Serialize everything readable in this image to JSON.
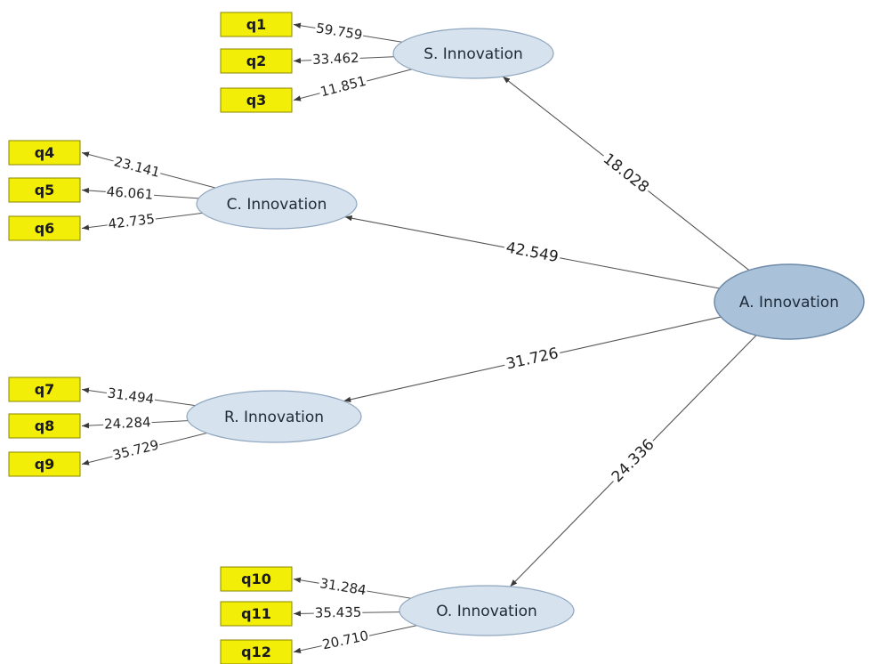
{
  "colors": {
    "indicator_fill": "#f2ee08",
    "latent_fill": "#d6e2ee",
    "central_fill": "#a9c1d9",
    "edge": "#555555"
  },
  "central": {
    "label": "A. Innovation"
  },
  "constructs": [
    {
      "id": "s",
      "label": "S. Innovation",
      "path_value": "18.028",
      "indicators": [
        {
          "name": "q1",
          "value": "59.759"
        },
        {
          "name": "q2",
          "value": "33.462"
        },
        {
          "name": "q3",
          "value": "11.851"
        }
      ]
    },
    {
      "id": "c",
      "label": "C. Innovation",
      "path_value": "42.549",
      "indicators": [
        {
          "name": "q4",
          "value": "23.141"
        },
        {
          "name": "q5",
          "value": "46.061"
        },
        {
          "name": "q6",
          "value": "42.735"
        }
      ]
    },
    {
      "id": "r",
      "label": "R. Innovation",
      "path_value": "31.726",
      "indicators": [
        {
          "name": "q7",
          "value": "31.494"
        },
        {
          "name": "q8",
          "value": "24.284"
        },
        {
          "name": "q9",
          "value": "35.729"
        }
      ]
    },
    {
      "id": "o",
      "label": "O. Innovation",
      "path_value": "24.336",
      "indicators": [
        {
          "name": "q10",
          "value": "31.284"
        },
        {
          "name": "q11",
          "value": "35.435"
        },
        {
          "name": "q12",
          "value": "20.710"
        }
      ]
    }
  ]
}
